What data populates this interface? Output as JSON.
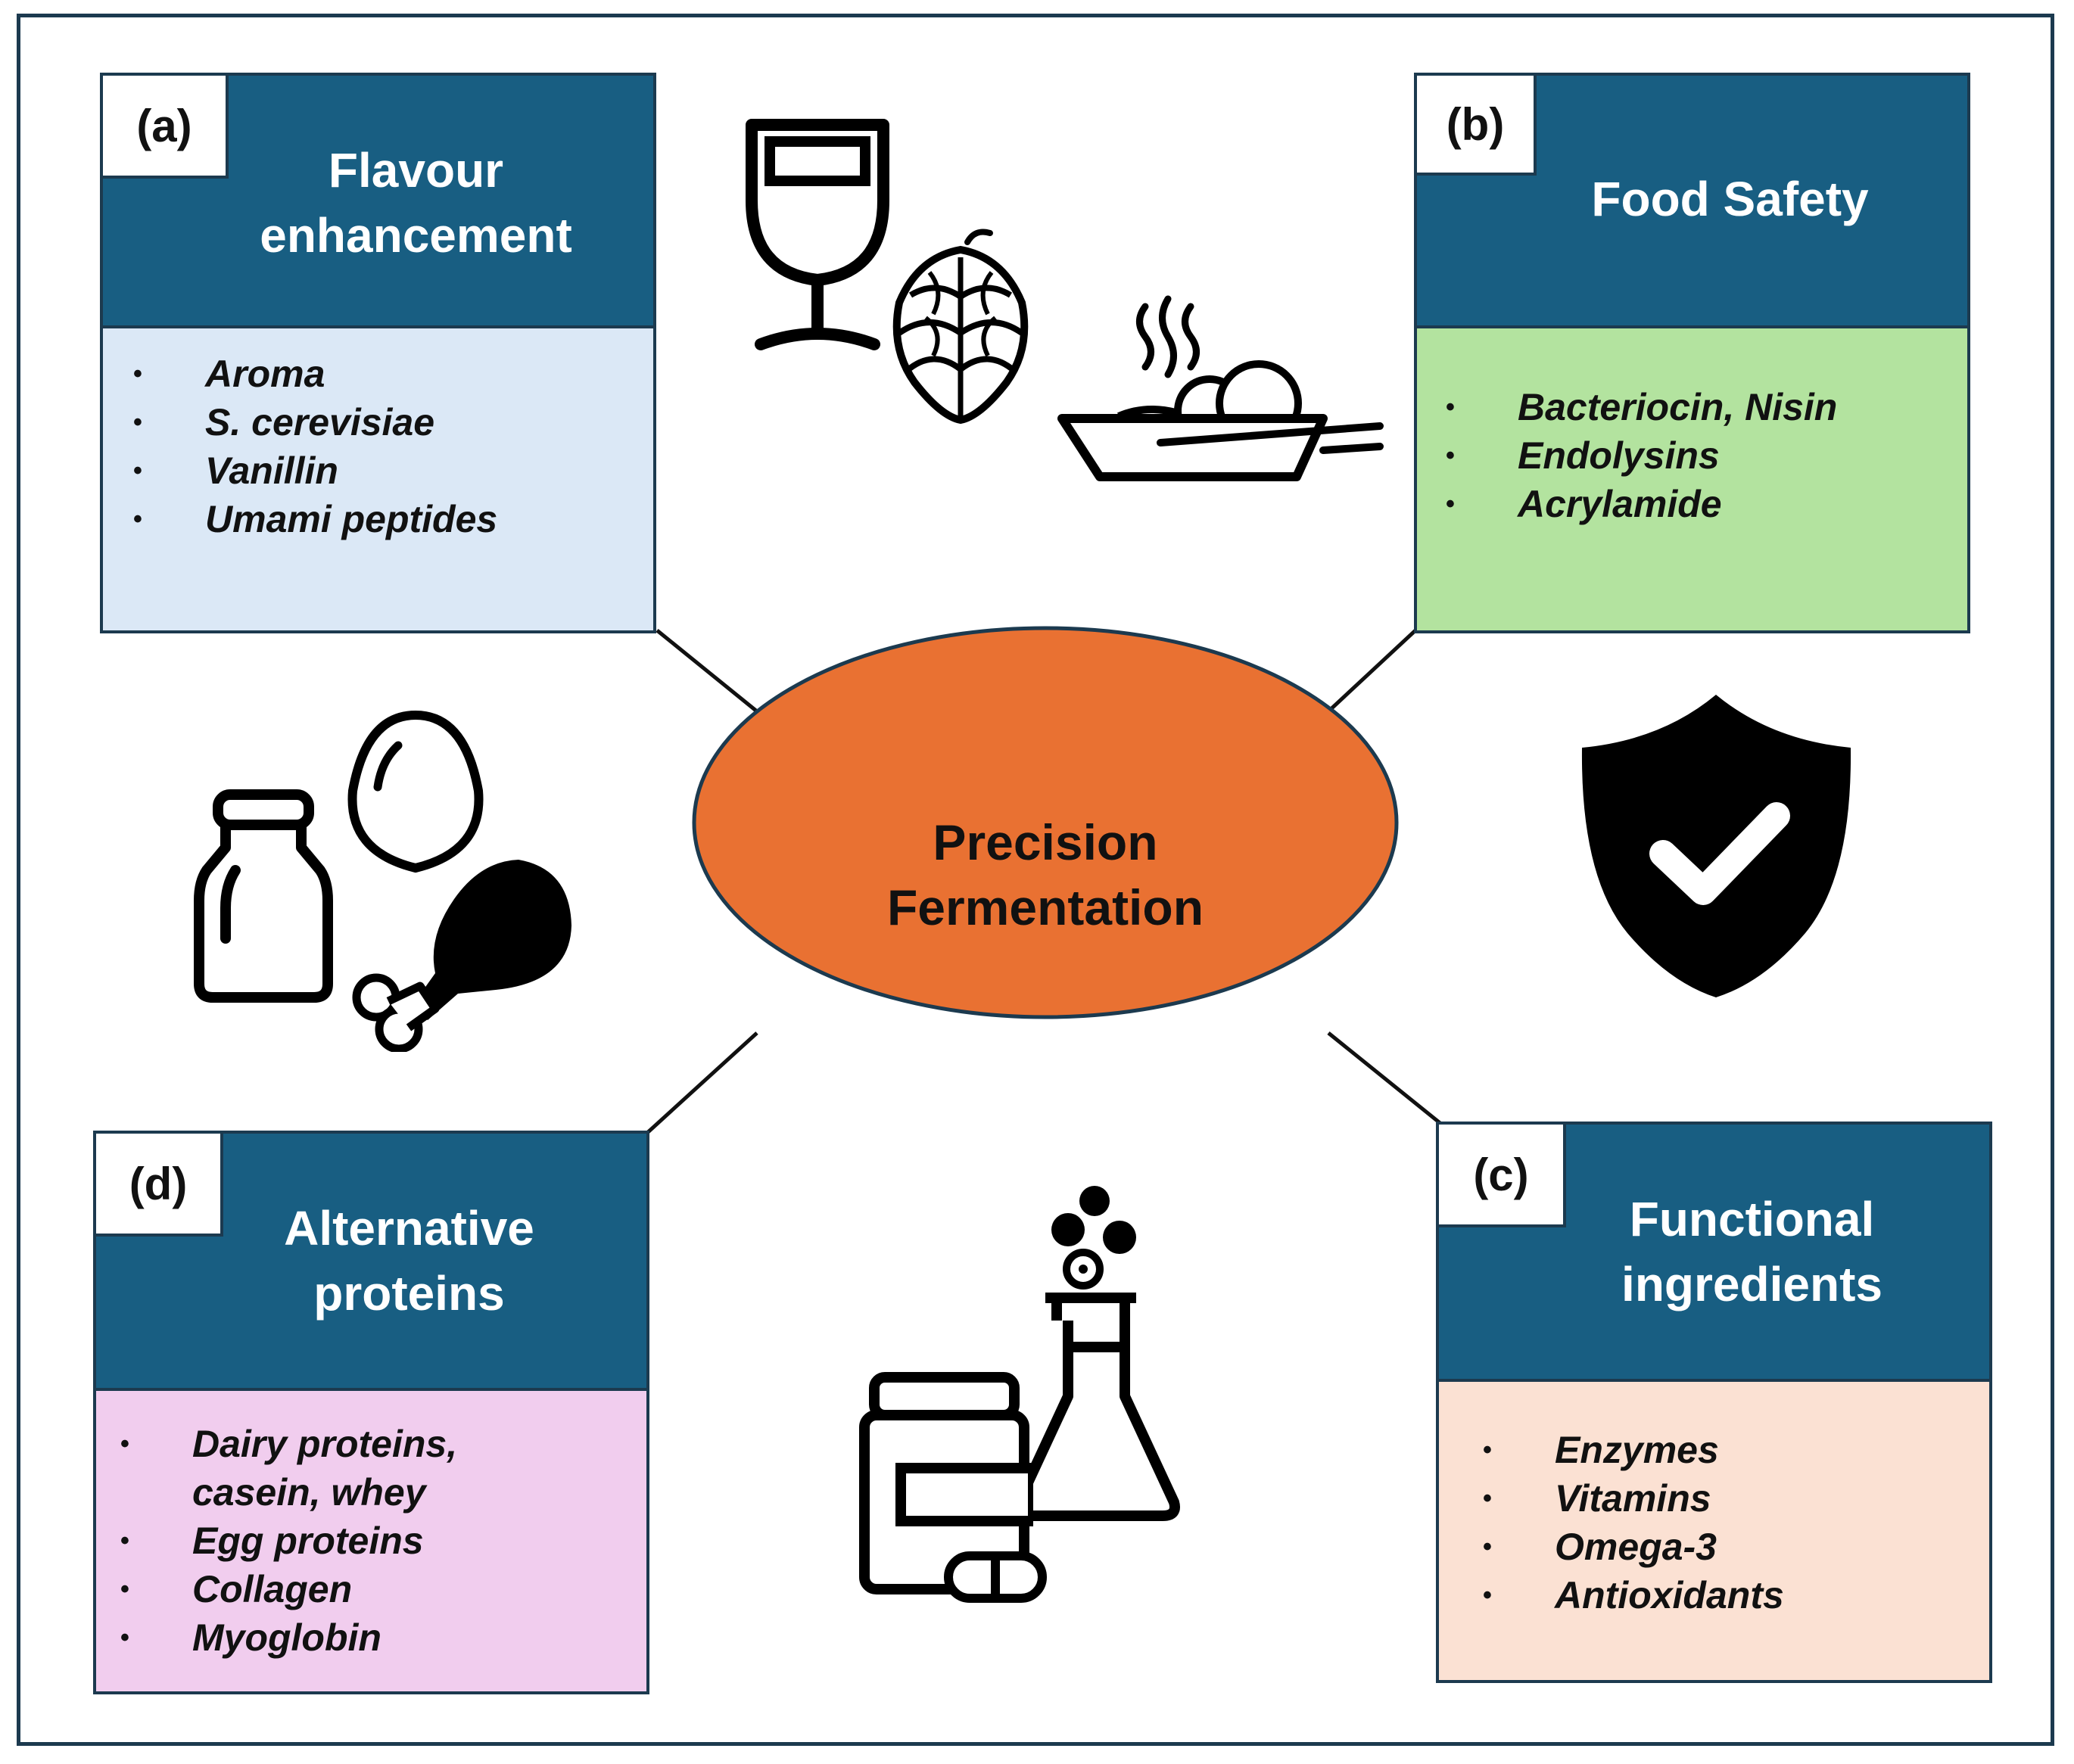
{
  "center": {
    "line1": "Precision",
    "line2": "Fermentation",
    "fill": "#e97132"
  },
  "colors": {
    "header": "#185e82",
    "border": "#1c3a4f",
    "flavour_body": "#dbe8f6",
    "safety_body": "#b3e39f",
    "functional_body": "#fbe1d3",
    "protein_body": "#f1cdee"
  },
  "panels": {
    "a": {
      "tag": "(a)",
      "title1": "Flavour",
      "title2": "enhancement",
      "items": [
        "Aroma",
        "S. cerevisiae",
        "Vanillin",
        "Umami peptides"
      ]
    },
    "b": {
      "tag": "(b)",
      "title1": "Food Safety",
      "items": [
        "Bacteriocin, Nisin",
        "Endolysins",
        "Acrylamide"
      ]
    },
    "c": {
      "tag": "(c)",
      "title1": "Functional",
      "title2": "ingredients",
      "items": [
        "Enzymes",
        "Vitamins",
        "Omega-3",
        "Antioxidants"
      ]
    },
    "d": {
      "tag": "(d)",
      "title1": "Alternative",
      "title2": "proteins",
      "items": [
        "Dairy proteins,",
        "casein, whey",
        "Egg proteins",
        "Collagen",
        "Myoglobin"
      ]
    }
  },
  "icons": [
    "wine-glass-icon",
    "hop-cone-icon",
    "hot-food-plate-icon",
    "shield-check-icon",
    "milk-bottle-icon",
    "egg-icon",
    "chicken-leg-icon",
    "supplement-jar-icon",
    "flask-icon",
    "capsule-icon"
  ]
}
